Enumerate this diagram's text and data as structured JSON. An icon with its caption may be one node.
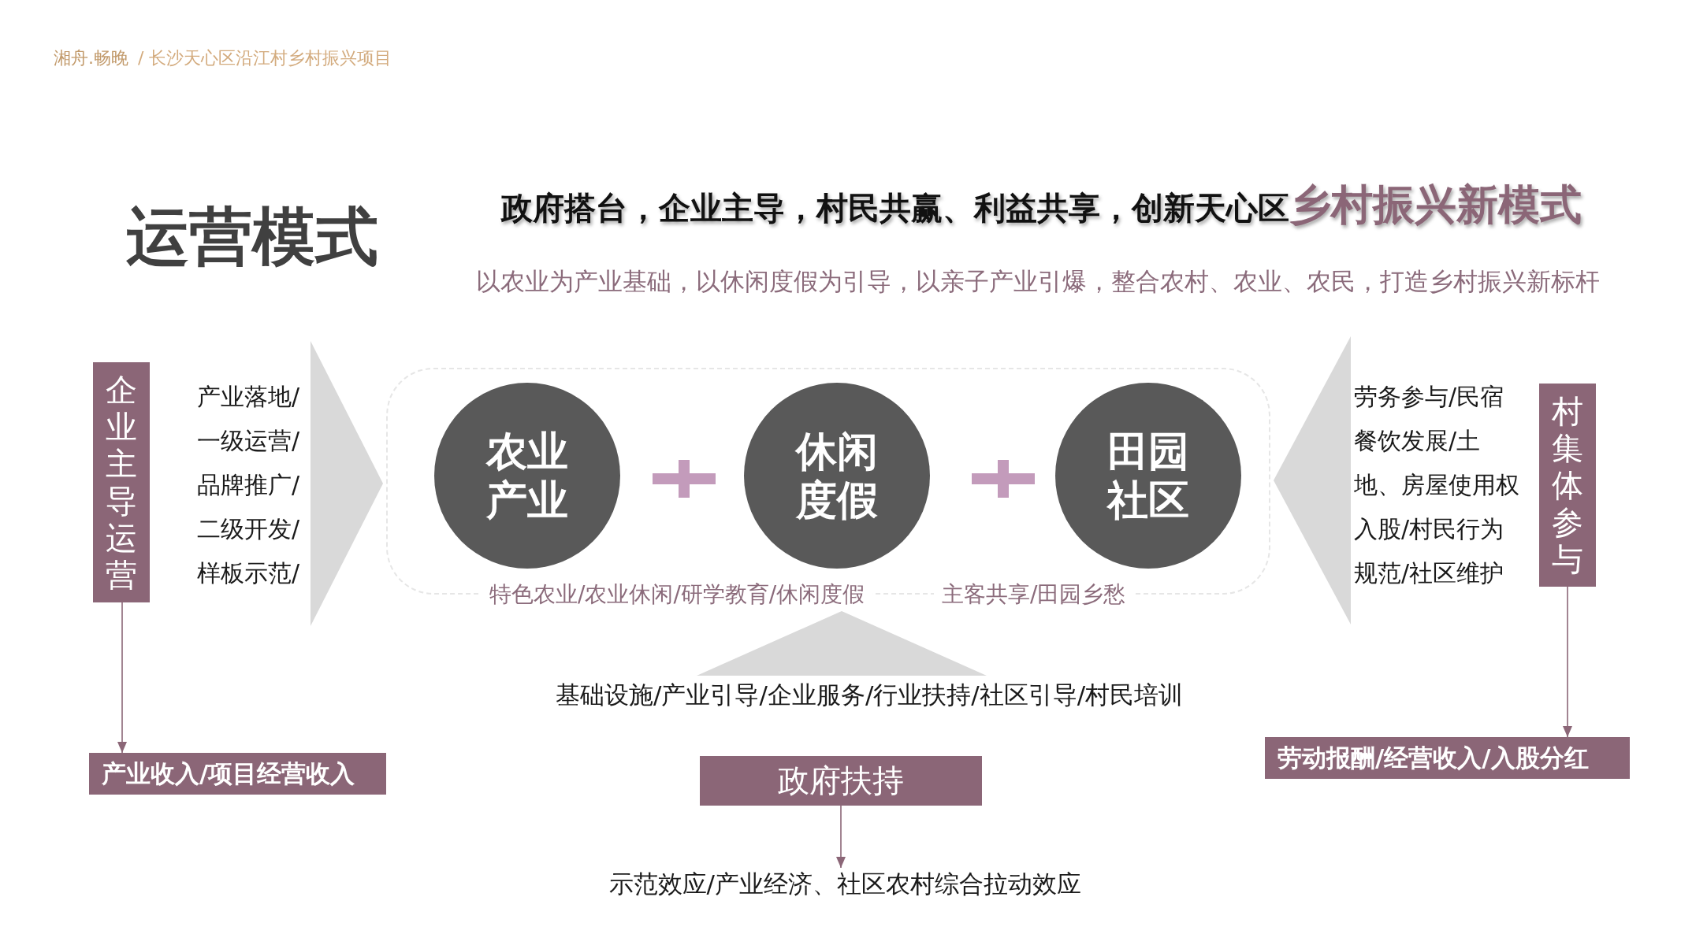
{
  "diagram": {
    "title": "运营模式",
    "nodes": [
      {
        "text": [
          "企业主导运营"
        ]
      },
      {
        "text": [
          "产业落地/一级运营/品牌推广/二级开发/样板示范/"
        ]
      },
      {
        "text": [
          "特色农业/农业休闲/研学教育/休闲度假",
          "主客共享/田园乡愁"
        ]
      },
      {
        "text": [
          "农业产业"
        ],
        "in": 2
      },
      {
        "text": [
          "休闲度假"
        ],
        "in": 2
      },
      {
        "text": [
          "田园社区"
        ],
        "in": 2
      },
      {
        "text": [
          "劳务参与/民宿餐饮发展/土地、房屋使用权入股/村民行为规范/社区维护"
        ]
      },
      {
        "text": [
          "村集体参与"
        ]
      },
      {
        "text": [
          "基础设施/产业引导/企业服务/行业扶持/社区引导/村民培训"
        ]
      },
      {
        "text": [
          "产业收入/项目经营收入"
        ]
      },
      {
        "text": [
          "劳动报酬/经营收入/入股分红"
        ]
      },
      {
        "text": [
          "政府扶持"
        ]
      },
      {
        "text": [
          "示范效应/产业经济、社区农村综合拉动效应"
        ]
      }
    ],
    "edges": [
      {
        "from": 1,
        "to": 2,
        "arrow": "to",
        "style": "thick",
        "color": "#d9d9d9"
      },
      {
        "from": 6,
        "to": 2,
        "arrow": "to",
        "style": "thick",
        "color": "#d9d9d9"
      },
      {
        "from": 8,
        "to": 2,
        "arrow": "to",
        "style": "thick",
        "color": "#d9d9d9"
      },
      {
        "from": 0,
        "to": 9,
        "arrow": "to"
      },
      {
        "from": 7,
        "to": 10,
        "arrow": "to"
      },
      {
        "from": 11,
        "to": 12,
        "arrow": "to"
      }
    ],
    "labels": [
      "湘舟.畅晚",
      "/ 长沙天心区沿江村乡村振兴项目",
      "政府搭台，企业主导，村民共赢、利益共享，创新天心区",
      "乡村振兴新模式",
      "以农业为产业基础，以休闲度假为引导，以亲子产业引爆，整合农村、农业、农民，打造乡村振兴新标杆"
    ]
  }
}
